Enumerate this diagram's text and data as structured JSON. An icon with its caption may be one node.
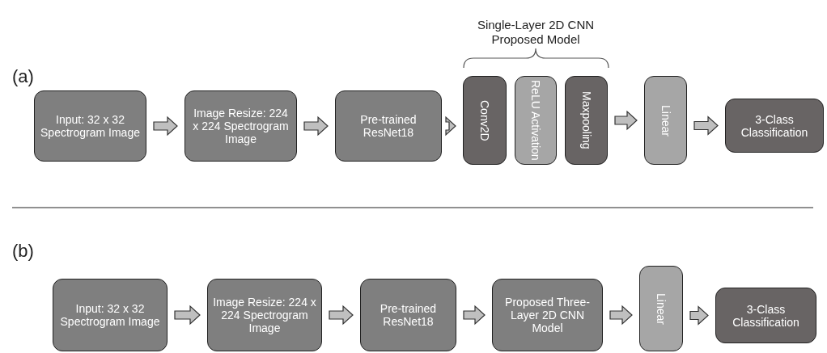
{
  "diagram": {
    "nodes": [
      {
        "text": [
          "Input: 32 x 32 Spectrogram Image"
        ]
      },
      {
        "text": [
          "Image Resize: 224 x 224 Spectrogram Image"
        ]
      },
      {
        "text": [
          "Pre-trained ResNet18"
        ]
      },
      {
        "text": [
          "Conv2D"
        ]
      },
      {
        "text": [
          "ReLU Activation"
        ]
      },
      {
        "text": [
          "Maxpooling"
        ]
      },
      {
        "text": [
          "Linear"
        ]
      },
      {
        "text": [
          "3-Class Classification"
        ]
      },
      {
        "text": [
          "Input: 32 x 32 Spectrogram Image"
        ]
      },
      {
        "text": [
          "Image Resize: 224 x 224 Spectrogram Image"
        ]
      },
      {
        "text": [
          "Pre-trained ResNet18"
        ]
      },
      {
        "text": [
          "Proposed Three-Layer 2D CNN Model"
        ]
      },
      {
        "text": [
          "Linear"
        ]
      },
      {
        "text": [
          "3-Class Classification"
        ]
      }
    ],
    "edges": [
      {
        "from": 0,
        "to": 1,
        "arrow": "to"
      },
      {
        "from": 1,
        "to": 2,
        "arrow": "to"
      },
      {
        "from": 2,
        "to": 3,
        "arrow": "to"
      },
      {
        "from": 5,
        "to": 6,
        "arrow": "to"
      },
      {
        "from": 6,
        "to": 7,
        "arrow": "to"
      },
      {
        "from": 8,
        "to": 9,
        "arrow": "to"
      },
      {
        "from": 9,
        "to": 10,
        "arrow": "to"
      },
      {
        "from": 10,
        "to": 11,
        "arrow": "to"
      },
      {
        "from": 11,
        "to": 12,
        "arrow": "to"
      },
      {
        "from": 12,
        "to": 13,
        "arrow": "to"
      }
    ],
    "labels": [
      "Single-Layer 2D CNN Proposed Model",
      "(a)",
      "(b)"
    ]
  }
}
